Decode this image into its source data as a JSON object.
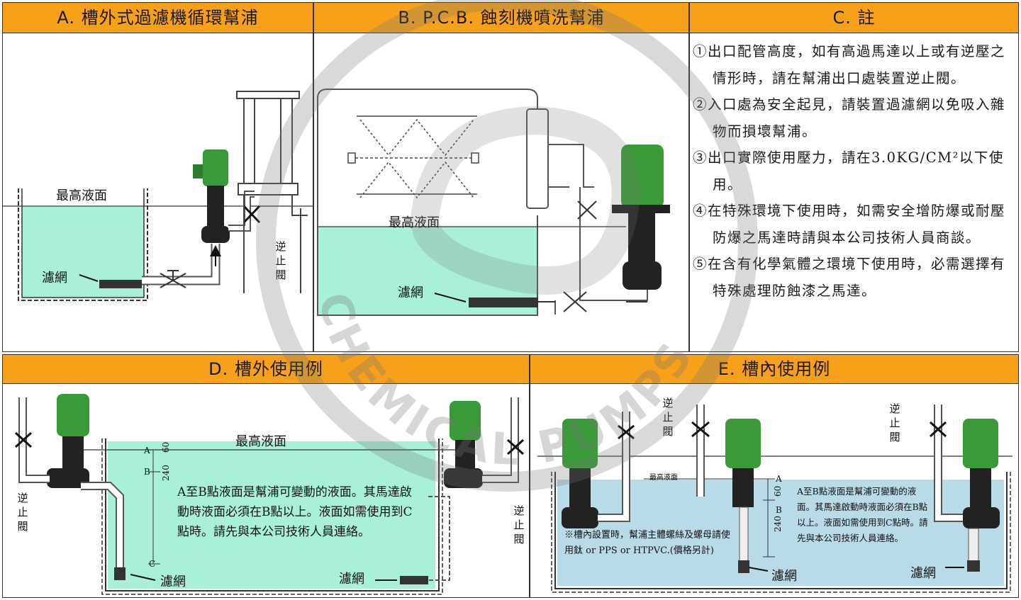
{
  "colors": {
    "header": "#f7a11a",
    "tank_liquid": "#a8f0d8",
    "tank_liquid_e": "#b9dbe8",
    "motor": "#3a9a3a",
    "pump_body": "#222222"
  },
  "panel_a": {
    "title": "A. 槽外式過濾機循環幫浦",
    "max_level": "最高液面",
    "filter": "濾網",
    "check_valve": "逆止閥"
  },
  "panel_b": {
    "title": "B. P.C.B. 蝕刻機噴洗幫浦",
    "max_level": "最高液面",
    "filter": "濾網"
  },
  "panel_c": {
    "title": "C. 註",
    "notes": [
      "①出口配管高度，如有高過馬達以上或有逆壓之情形時，請在幫浦出口處裝置逆止閥。",
      "②入口處為安全起見，請裝置過濾網以免吸入雜物而損壞幫浦。",
      "③出口實際使用壓力，請在3.0KG/CM²以下使用。",
      "④在特殊環境下使用時，如需安全增防爆或耐壓防爆之馬達時請與本公司技術人員商談。",
      "⑤在含有化學氣體之環境下使用時，必需選擇有特殊處理防蝕漆之馬達。"
    ]
  },
  "panel_d": {
    "title": "D. 槽外使用例",
    "max_level": "最高液面",
    "point_a": "A",
    "point_b": "B",
    "point_c": "C",
    "dim_60": "60",
    "dim_240": "240",
    "desc": "A至B點液面是幫浦可變動的液面。其馬達啟動時液面必須在B點以上。液面如需使用到C點時。請先與本公司技術人員連絡。",
    "filter_left": "濾網",
    "filter_right": "濾網",
    "check_valve_left": "逆止閥",
    "check_valve_right": "逆止閥"
  },
  "panel_e": {
    "title": "E. 槽內使用例",
    "max_level": "最高液面",
    "point_a": "A",
    "point_b": "B",
    "dim_60": "60",
    "dim_240": "240",
    "desc": "A至B點液面是幫浦可變動的液面。其馬達啟動時液面必須在B點以上。液面如需使用到C點時。請先與本公司技術人員連絡。",
    "note": "※槽內設置時，幫浦主體螺絲及螺母請使用鈦 or PPS or HTPVC.(價格另計)",
    "filter_mid": "濾網",
    "filter_right": "濾網",
    "check_valve_left": "逆止閥",
    "check_valve_right": "逆止閥"
  },
  "watermark": {
    "text": "CHEMICAL PUMPS"
  }
}
